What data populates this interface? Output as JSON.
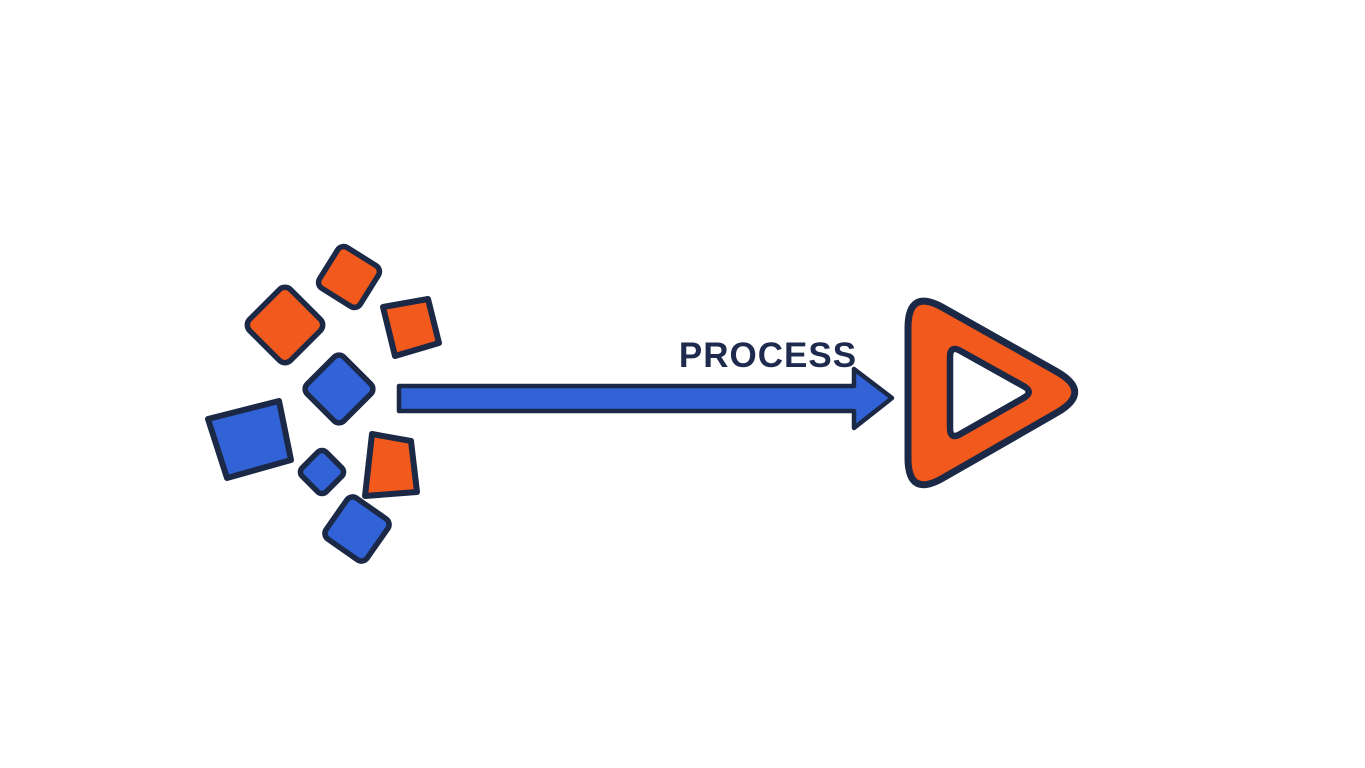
{
  "page": {
    "background": "#ffffff"
  },
  "colors": {
    "orange": "#f2591c",
    "blue": "#3263d6",
    "outline": "#1b2947",
    "text": "#1e2b4f",
    "white": "#ffffff"
  },
  "arrow": {
    "label": "PROCESS"
  },
  "icons": {
    "left_cluster": "scattered-squares",
    "center": "process-arrow",
    "right": "rounded-play-triangle"
  }
}
